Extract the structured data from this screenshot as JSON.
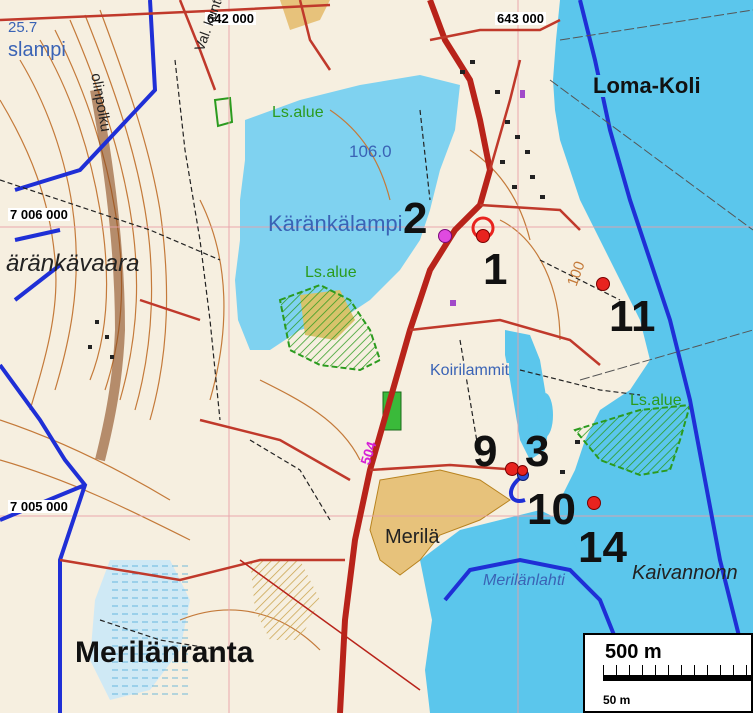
{
  "map": {
    "grid": {
      "easting_labels": [
        "642 000",
        "643 000"
      ],
      "northing_labels": [
        "7 006 000",
        "7 005 000"
      ]
    },
    "place_names": {
      "loma_koli": "Loma-Koli",
      "karankavaara": "äränkävaara",
      "merilanranta": "Merilänranta",
      "merila": "Merilä",
      "kaivannonn": "Kaivannonn",
      "slampi": "slampi",
      "olinpolku": "olinpolku",
      "val_kuntorata": "Val. kuntorata"
    },
    "water_names": {
      "karankalampi": "Käränkälampi",
      "koirilammit": "Koirilammit",
      "merilanlahti": "Merilänlahti"
    },
    "area_labels": [
      "Ls.alue",
      "Ls.alue",
      "Ls.alue"
    ],
    "elevation_labels": {
      "lake_level": "106.0",
      "hill_contour": "100",
      "top_left": "25.7"
    },
    "road_number": "504",
    "sites": [
      {
        "number": "1",
        "marker_color": "#e8231f"
      },
      {
        "number": "2",
        "marker_color": "#e04ae0"
      },
      {
        "number": "3",
        "marker_color": "#2b4fd6"
      },
      {
        "number": "9",
        "marker_color": "#e8231f"
      },
      {
        "number": "10",
        "marker_color": "#e8231f"
      },
      {
        "number": "11",
        "marker_color": "#e8231f"
      },
      {
        "number": "14",
        "marker_color": "#e8231f"
      }
    ],
    "scale_bar": {
      "primary": "500 m",
      "secondary": "50 m"
    },
    "colors": {
      "water": "#5bc6ec",
      "land": "#f6efe0",
      "contour": "#c47a3a",
      "road_main": "#b8231a",
      "boundary": "#1f2fd6",
      "grid": "#e8a0a8",
      "protected_area": "#2b9b1e",
      "field": "#e7c27b"
    }
  }
}
